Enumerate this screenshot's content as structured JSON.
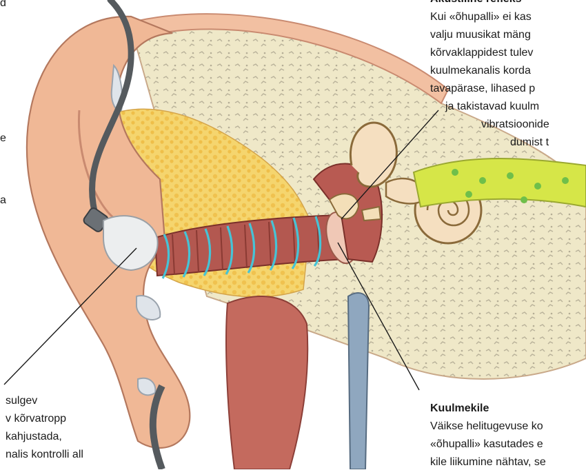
{
  "top_left_fragment": "d",
  "left_fragments": [
    "e",
    "a"
  ],
  "acoustic_reflex": {
    "title": "Akustiline refleks",
    "lines": [
      "Kui «õhupalli» ei kas",
      "valju muusikat mäng",
      "kõrvaklappidest tulev",
      "kuulmekanalis korda",
      "tavapärase, lihased p",
      "ja takistavad kuulm",
      "vibratsioonide",
      "dumist t"
    ]
  },
  "earplug_caption": {
    "lines": [
      "sulgev",
      "v kõrvatropp",
      "kahjustada,",
      "nalis kontrolli all"
    ]
  },
  "eardrum": {
    "title": "Kuulmekile",
    "lines": [
      "Väikse helitugevuse ko",
      "«õhupalli» kasutades e",
      "kile liikumine nähtav, se"
    ]
  },
  "colors": {
    "skin": "#f2c0a2",
    "bone": "#eee6c4",
    "fat": "#f4d16a",
    "canal": "#b85a52",
    "sound_wave": "#46c3d6",
    "cable": "#555a5e",
    "nerve": "#d6e648",
    "nerve_dots": "#6fbf4a"
  }
}
